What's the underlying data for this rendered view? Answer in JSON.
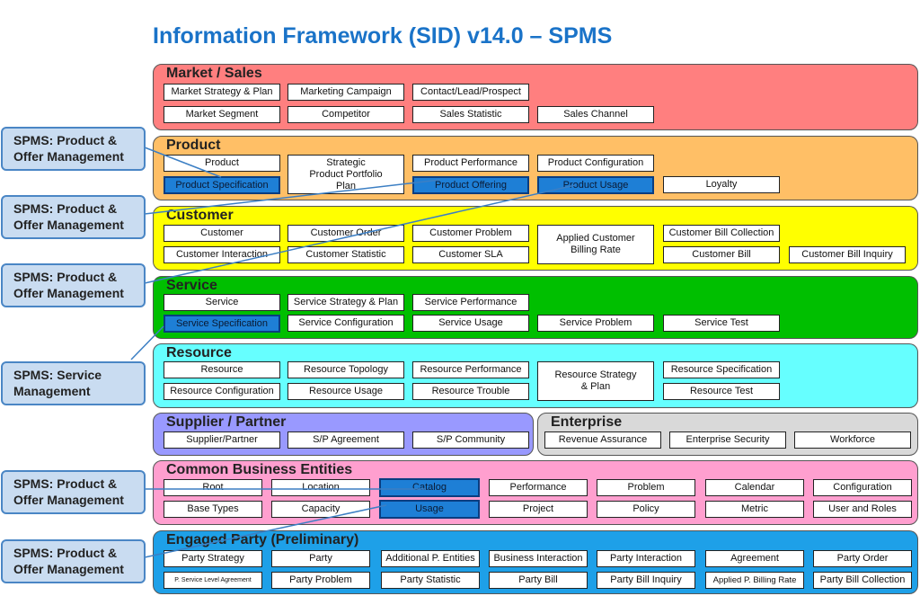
{
  "title": "Information Framework (SID) v14.0 – SPMS",
  "colors": {
    "market": "#ff7f7f",
    "product": "#ffbf66",
    "customer": "#ffff00",
    "service": "#00bf00",
    "resource": "#66ffff",
    "supplier": "#9999ff",
    "enterprise": "#d9d9d9",
    "cbe": "#ff9fcf",
    "party": "#1ea0e8",
    "highlight": "#1e7fd6",
    "callout_fill": "#c9dcf1",
    "callout_border": "#4a86c5",
    "title": "#1a73c8"
  },
  "domains": {
    "market": "Market / Sales",
    "product": "Product",
    "customer": "Customer",
    "service": "Service",
    "resource": "Resource",
    "supplier": "Supplier / Partner",
    "enterprise": "Enterprise",
    "cbe": "Common Business Entities",
    "party": "Engaged Party (Preliminary)"
  },
  "entities": {
    "market": [
      "Market Strategy & Plan",
      "Marketing Campaign",
      "Contact/Lead/Prospect",
      "Market Segment",
      "Competitor",
      "Sales Statistic",
      "Sales Channel"
    ],
    "product": [
      "Product",
      "Strategic Product Portfolio Plan",
      "Product Performance",
      "Product Configuration",
      "Product Specification",
      "Product Offering",
      "Product Usage",
      "Loyalty"
    ],
    "customer": [
      "Customer",
      "Customer Order",
      "Customer Problem",
      "Applied Customer Billing Rate",
      "Customer Bill Collection",
      "Customer Interaction",
      "Customer Statistic",
      "Customer SLA",
      "Customer Bill",
      "Customer Bill Inquiry"
    ],
    "service": [
      "Service",
      "Service Strategy & Plan",
      "Service Performance",
      "Service Specification",
      "Service Configuration",
      "Service Usage",
      "Service Problem",
      "Service Test"
    ],
    "resource": [
      "Resource",
      "Resource Topology",
      "Resource Performance",
      "Resource Strategy & Plan",
      "Resource Specification",
      "Resource Configuration",
      "Resource Usage",
      "Resource Trouble",
      "Resource Test"
    ],
    "supplier": [
      "Supplier/Partner",
      "S/P Agreement",
      "S/P Community"
    ],
    "enterprise": [
      "Revenue Assurance",
      "Enterprise Security",
      "Workforce"
    ],
    "cbe": [
      "Root",
      "Location",
      "Catalog",
      "Performance",
      "Problem",
      "Calendar",
      "Configuration",
      "Base Types",
      "Capacity",
      "Usage",
      "Project",
      "Policy",
      "Metric",
      "User and Roles"
    ],
    "party": [
      "Party Strategy",
      "Party",
      "Additional P. Entities",
      "Business Interaction",
      "Party Interaction",
      "Agreement",
      "Party Order",
      "P. Service Level Agreement",
      "Party Problem",
      "Party Statistic",
      "Party Bill",
      "Party Bill Inquiry",
      "Applied P. Billing Rate",
      "Party Bill Collection"
    ]
  },
  "callouts": [
    "SPMS: Product & Offer Management",
    "SPMS: Product & Offer Management",
    "SPMS: Product & Offer Management",
    "SPMS: Service Management",
    "SPMS: Product & Offer Management",
    "SPMS: Product & Offer Management"
  ]
}
